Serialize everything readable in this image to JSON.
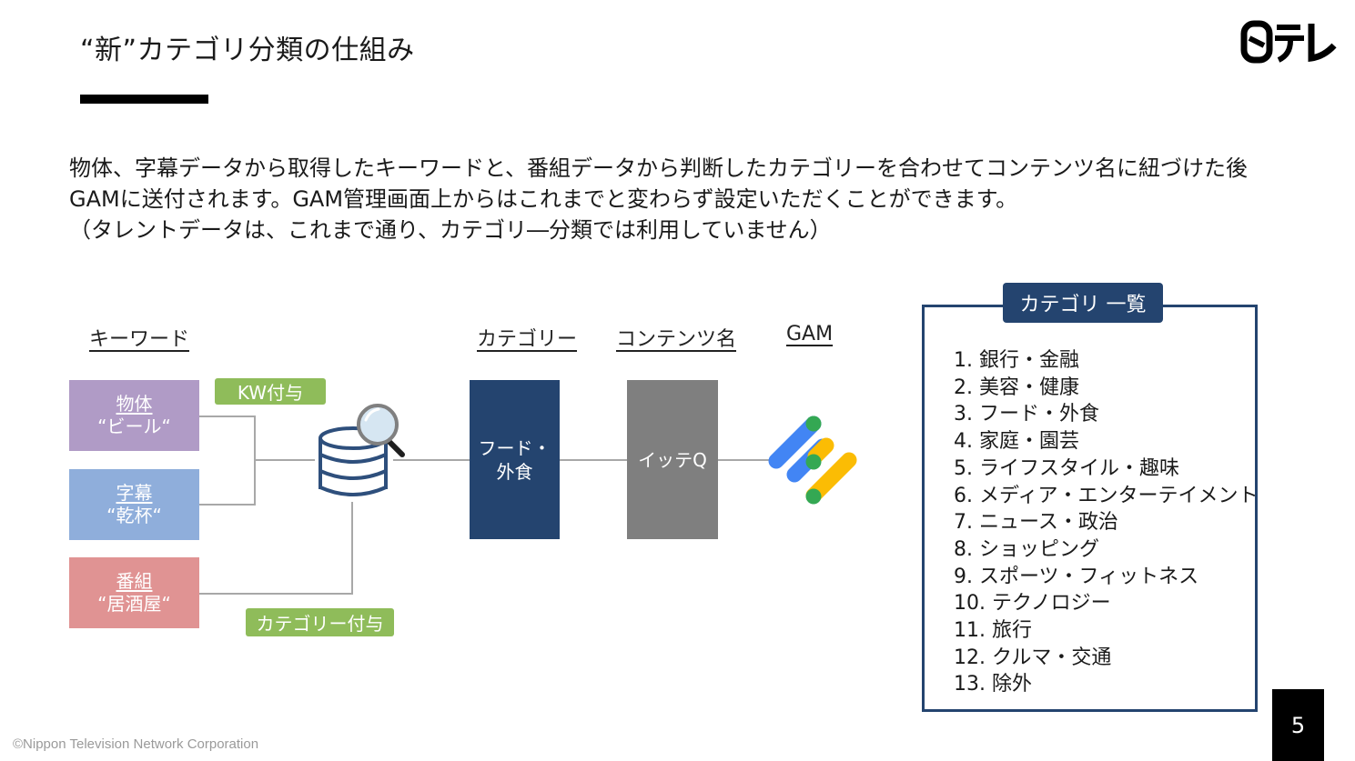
{
  "slide": {
    "title": "“新”カテゴリ分類の仕組み",
    "logo_text": "日テレ",
    "description": [
      "物体、字幕データから取得したキーワードと、番組データから判断したカテゴリーを合わせてコンテンツ名に紐づけた後",
      "GAMに送付されます。GAM管理画面上からはこれまでと変わらず設定いただくことができます。",
      "（タレントデータは、これまで通り、カテゴリ―分類では利用していません）"
    ],
    "page_number": "5",
    "copyright": "©Nippon Television Network Corporation"
  },
  "diagram": {
    "headers": {
      "keyword": "キーワード",
      "category": "カテゴリー",
      "content_name": "コンテンツ名",
      "gam": "GAM"
    },
    "sources": [
      {
        "label": "物体",
        "value": "“ビール“",
        "color": "#b09bc6"
      },
      {
        "label": "字幕",
        "value": "“乾杯“",
        "color": "#8faedb"
      },
      {
        "label": "番組",
        "value": "“居酒屋“",
        "color": "#e09393"
      }
    ],
    "tags": {
      "kw": "KW付与",
      "category": "カテゴリー付与"
    },
    "category_box": "フード・\n外食",
    "content_box": "イッテQ",
    "colors": {
      "category_box": "#24446f",
      "content_box": "#7f7f7f",
      "tag": "#8fbc5a",
      "db_blue": "#2e4f7c",
      "gam_blue": "#4285f4",
      "gam_yellow": "#fbbc04",
      "gam_green": "#34a853"
    },
    "icons": [
      "database-icon",
      "magnifier-icon",
      "gam-logo-icon"
    ]
  },
  "category_panel": {
    "title": "カテゴリ 一覧",
    "items": [
      "1. 銀行・金融",
      "2. 美容・健康",
      "3. フード・外食",
      "4. 家庭・園芸",
      "5. ライフスタイル・趣味",
      "6. メディア・エンターテイメント",
      "7. ニュース・政治",
      "8. ショッピング",
      "9. スポーツ・フィットネス",
      "10. テクノロジー",
      "11. 旅行",
      "12. クルマ・交通",
      "13. 除外"
    ]
  }
}
